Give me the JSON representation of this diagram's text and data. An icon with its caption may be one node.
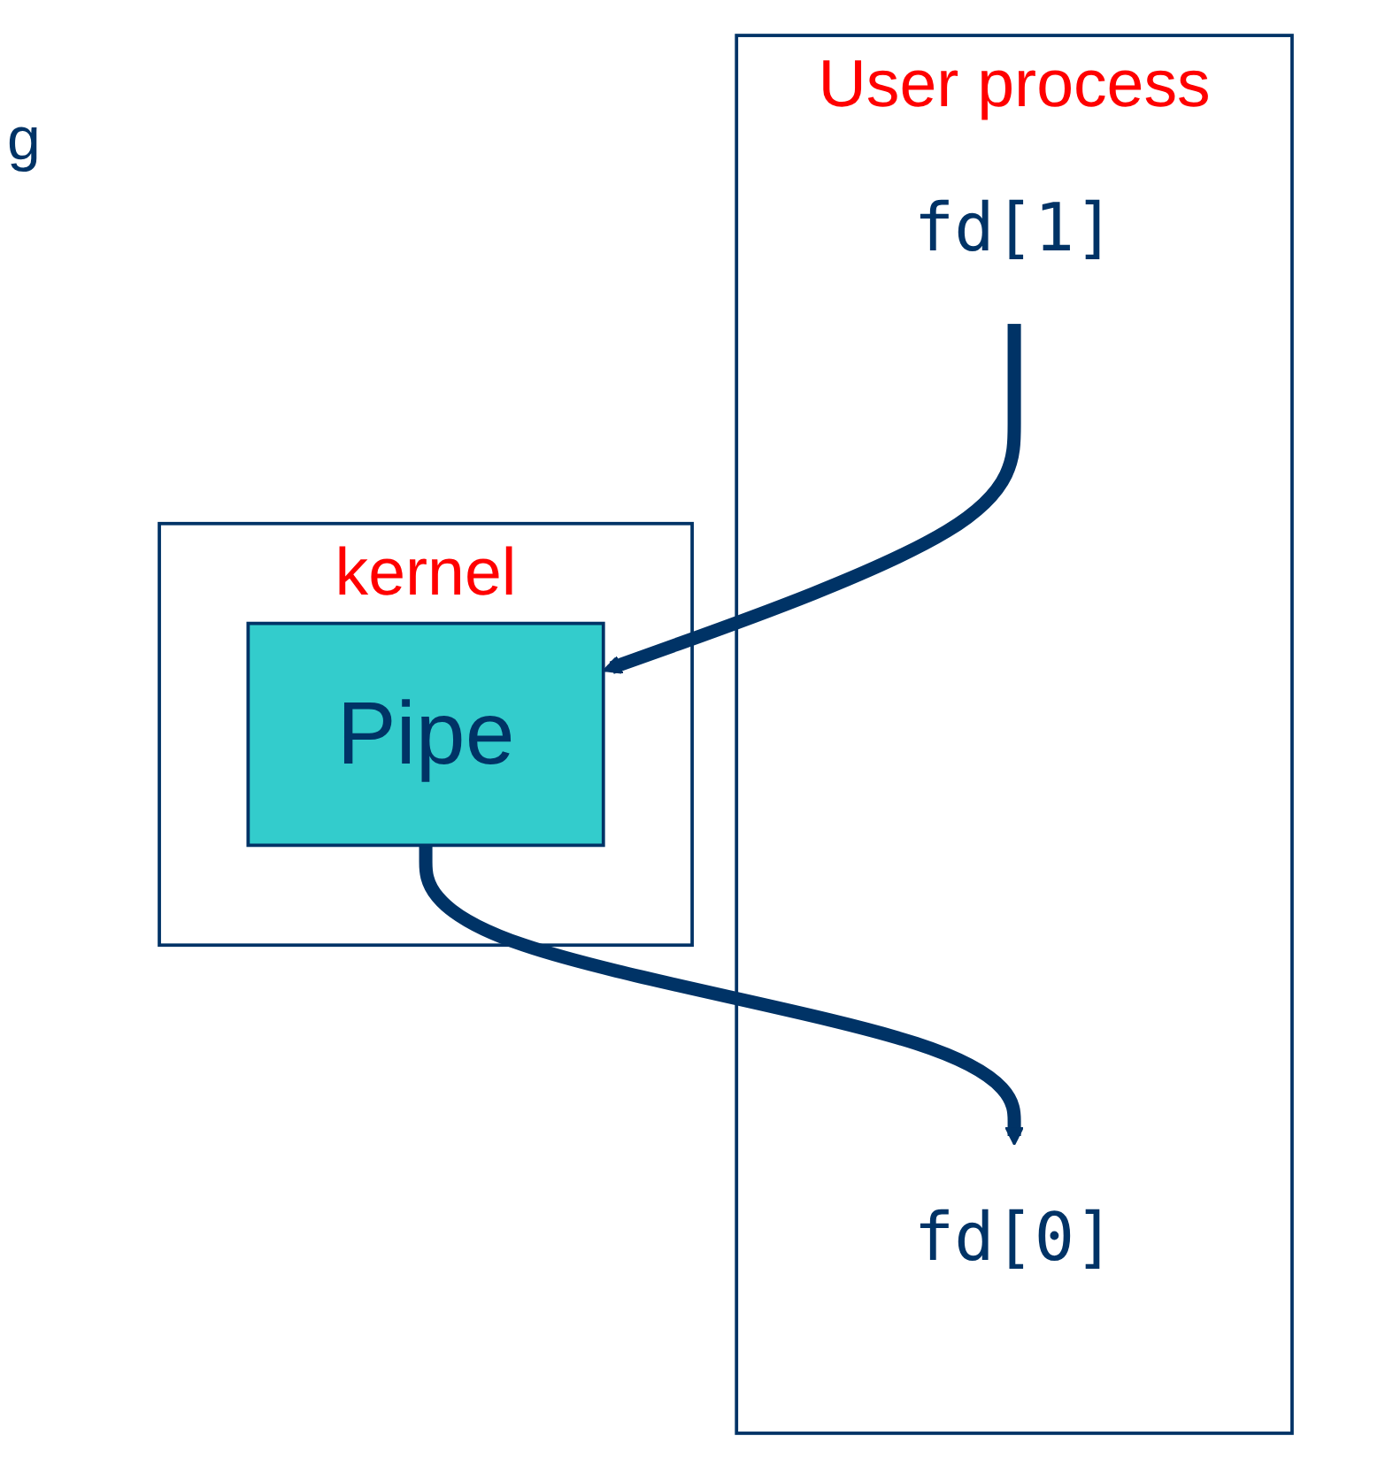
{
  "diagram": {
    "nodes": [
      {
        "text": [
          "User process"
        ]
      },
      {
        "text": [
          "fd[0]"
        ],
        "in": 0
      },
      {
        "text": [
          "fd[1]"
        ],
        "in": 0
      },
      {
        "text": [
          "kernel"
        ]
      },
      {
        "text": [
          "Pipe"
        ],
        "in": 3
      }
    ],
    "edges": [
      {
        "from": 4,
        "to": 1,
        "arrow": "to"
      },
      {
        "from": 2,
        "to": 4,
        "arrow": "to"
      }
    ],
    "labels": [
      "g"
    ]
  }
}
